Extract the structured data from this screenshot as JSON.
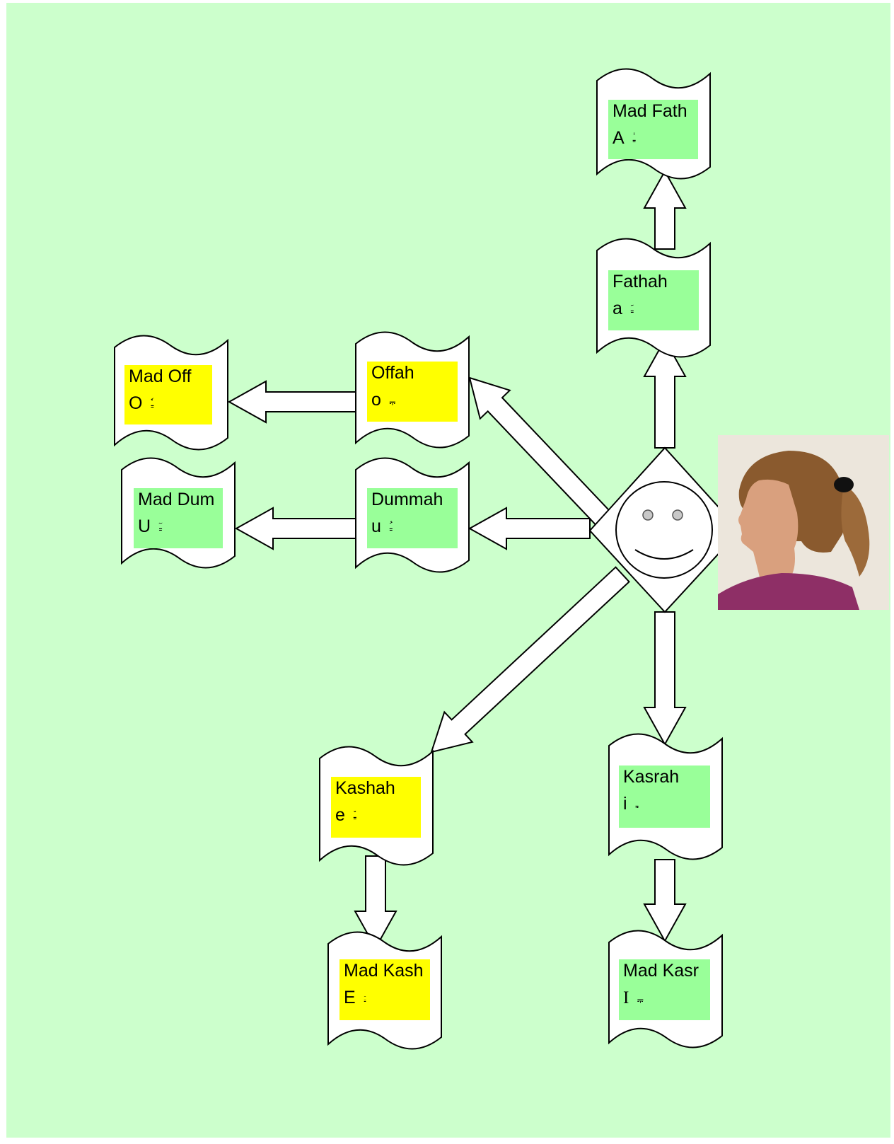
{
  "diagram": {
    "colors": {
      "page_background": "#ccffcc",
      "green_label": "#99ff99",
      "yellow_label": "#ffff00",
      "outline": "#000000",
      "shape_fill": "#ffffff"
    },
    "nodes": {
      "mad_fath": {
        "name": "Mad Fath",
        "latin": "A",
        "glyph": "ـٰ",
        "color": "green"
      },
      "fathah": {
        "name": "Fathah",
        "latin": "a",
        "glyph": "ـَ",
        "color": "green"
      },
      "mad_off": {
        "name": "Mad Off",
        "latin": "O",
        "glyph": "ـٗ",
        "color": "yellow"
      },
      "offah": {
        "name": "Offah",
        "latin": "o",
        "glyph": "ـٖ",
        "color": "yellow"
      },
      "mad_dum": {
        "name": "Mad Dum",
        "latin": "U",
        "glyph": "ـٓ",
        "color": "green"
      },
      "dummah": {
        "name": "Dummah",
        "latin": "u",
        "glyph": "ـُ",
        "color": "green"
      },
      "kashah": {
        "name": "Kashah",
        "latin": "e",
        "glyph": "ـٚ",
        "color": "yellow"
      },
      "mad_kash": {
        "name": "Mad Kash",
        "latin": "E",
        "glyph": "ـٙ",
        "color": "yellow"
      },
      "kasrah": {
        "name": "Kasrah",
        "latin": "i",
        "glyph": "ـِ",
        "color": "green"
      },
      "mad_kasr": {
        "name": "Mad Kasr",
        "latin": "I",
        "glyph": "ـٖ",
        "color": "green"
      }
    },
    "center": {
      "shape": "diamond",
      "icon": "smiley-face-icon"
    },
    "photo": {
      "subject": "woman-profile-photo",
      "skin": "#d9a07e",
      "hair": "#8a5a2e",
      "shirt": "#8e2f66",
      "backdrop": "#ece6dc"
    },
    "edges": [
      {
        "from": "center",
        "to": "fathah"
      },
      {
        "from": "fathah",
        "to": "mad_fath"
      },
      {
        "from": "center",
        "to": "offah"
      },
      {
        "from": "offah",
        "to": "mad_off"
      },
      {
        "from": "center",
        "to": "dummah"
      },
      {
        "from": "dummah",
        "to": "mad_dum"
      },
      {
        "from": "center",
        "to": "kashah"
      },
      {
        "from": "kashah",
        "to": "mad_kash"
      },
      {
        "from": "center",
        "to": "kasrah"
      },
      {
        "from": "kasrah",
        "to": "mad_kasr"
      }
    ]
  }
}
